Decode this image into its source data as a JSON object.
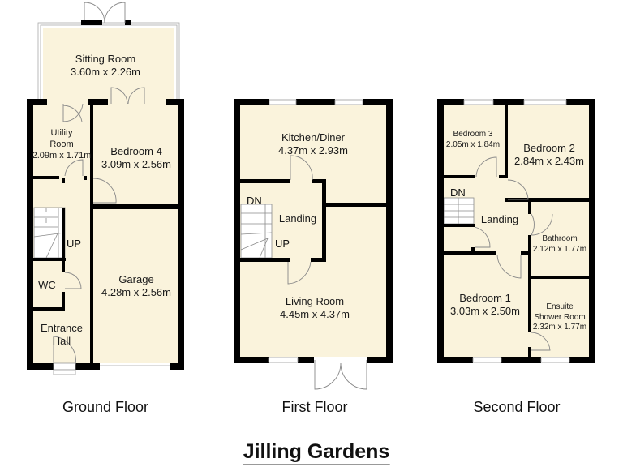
{
  "title": "Jilling Gardens",
  "floors": {
    "ground": {
      "label": "Ground Floor",
      "rooms": {
        "sitting_room": {
          "name": "Sitting Room",
          "size": "3.60m x 2.26m"
        },
        "utility_room": {
          "name": "Utility",
          "name2": "Room",
          "size": "2.09m x 1.71m"
        },
        "bedroom4": {
          "name": "Bedroom 4",
          "size": "3.09m x 2.56m"
        },
        "garage": {
          "name": "Garage",
          "size": "4.28m x 2.56m"
        },
        "wc": {
          "name": "WC"
        },
        "entrance_hall": {
          "name": "Entrance",
          "name2": "Hall"
        }
      },
      "stairs_label": "UP"
    },
    "first": {
      "label": "First Floor",
      "rooms": {
        "kitchen_diner": {
          "name": "Kitchen/Diner",
          "size": "4.37m x 2.93m"
        },
        "landing": {
          "name": "Landing"
        },
        "living_room": {
          "name": "Living Room",
          "size": "4.45m x 4.37m"
        }
      },
      "stairs_down": "DN",
      "stairs_up": "UP"
    },
    "second": {
      "label": "Second Floor",
      "rooms": {
        "bedroom3": {
          "name": "Bedroom 3",
          "size": "2.05m x 1.84m"
        },
        "bedroom2": {
          "name": "Bedroom 2",
          "size": "2.84m x 2.43m"
        },
        "landing": {
          "name": "Landing"
        },
        "bathroom": {
          "name": "Bathroom",
          "size": "2.12m x 1.77m"
        },
        "bedroom1": {
          "name": "Bedroom 1",
          "size": "3.03m x 2.50m"
        },
        "ensuite": {
          "name": "Ensuite",
          "name2": "Shower Room",
          "size": "2.32m x 1.77m"
        }
      },
      "stairs_down": "DN"
    }
  },
  "colors": {
    "room_fill": "#faf3dc",
    "wall": "#000000",
    "window": "#ffffff"
  }
}
